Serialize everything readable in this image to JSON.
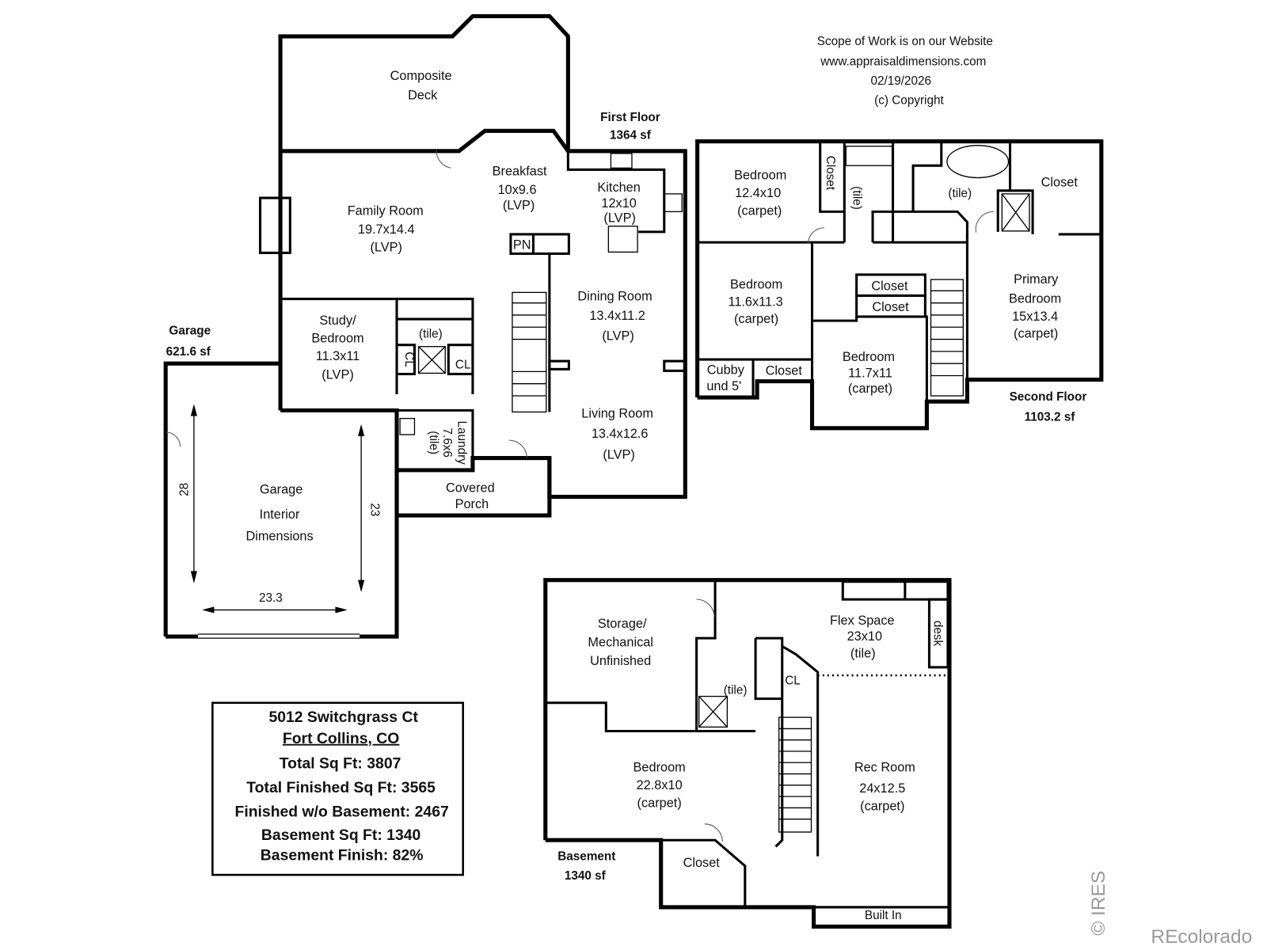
{
  "header": {
    "scope": "Scope of Work is on our Website",
    "website": "www.appraisaldimensions.com",
    "date": "02/19/2026",
    "copyright": "(c) Copyright"
  },
  "first_floor": {
    "title": "First Floor",
    "area": "1364 sf",
    "deck": [
      "Composite",
      "Deck"
    ],
    "breakfast": [
      "Breakfast",
      "10x9.6",
      "(LVP)"
    ],
    "kitchen": [
      "Kitchen",
      "12x10",
      "(LVP)"
    ],
    "family_room": [
      "Family Room",
      "19.7x14.4",
      "(LVP)"
    ],
    "pantry": "PN",
    "dining_room": [
      "Dining Room",
      "13.4x11.2",
      "(LVP)"
    ],
    "study": [
      "Study/",
      "Bedroom",
      "11.3x11",
      "(LVP)"
    ],
    "bath_floor": "(tile)",
    "closet_a": "CL",
    "closet_b": "CL",
    "laundry": [
      "Laundry",
      "7.6x6",
      "(tile)"
    ],
    "living_room": [
      "Living Room",
      "13.4x12.6",
      "(LVP)"
    ],
    "porch": [
      "Covered",
      "Porch"
    ]
  },
  "garage": {
    "title": "Garage",
    "area": "621.6 sf",
    "label": [
      "Garage",
      "Interior",
      "Dimensions"
    ],
    "dim_left": "28",
    "dim_right": "23",
    "dim_bottom": "23.3"
  },
  "second_floor": {
    "title": "Second Floor",
    "area": "1103.2 sf",
    "bedroom1": [
      "Bedroom",
      "12.4x10",
      "(carpet)"
    ],
    "closet1": "Closet",
    "bath1_floor": "(tile)",
    "primary_bath_floor": "(tile)",
    "primary_closet": "Closet",
    "bedroom2": [
      "Bedroom",
      "11.6x11.3",
      "(carpet)"
    ],
    "hall_closet1": "Closet",
    "hall_closet2": "Closet",
    "primary_bedroom": [
      "Primary",
      "Bedroom",
      "15x13.4",
      "(carpet)"
    ],
    "cubby": [
      "Cubby",
      "und 5'"
    ],
    "closet2": "Closet",
    "bedroom3": [
      "Bedroom",
      "11.7x11",
      "(carpet)"
    ]
  },
  "basement": {
    "title": "Basement",
    "area": "1340 sf",
    "storage": [
      "Storage/",
      "Mechanical",
      "Unfinished"
    ],
    "bath_floor": "(tile)",
    "closet_cl": "CL",
    "flex": [
      "Flex Space",
      "23x10",
      "(tile)"
    ],
    "desk": "desk",
    "bedroom": [
      "Bedroom",
      "22.8x10",
      "(carpet)"
    ],
    "rec_room": [
      "Rec Room",
      "24x12.5",
      "(carpet)"
    ],
    "closet": "Closet",
    "built_in": "Built In"
  },
  "info_box": {
    "address": "5012 Switchgrass Ct",
    "city": "Fort Collins, CO",
    "total": "Total Sq Ft: 3807",
    "total_finished": "Total Finished Sq Ft: 3565",
    "finished_wo_basement": "Finished w/o Basement: 2467",
    "basement_sqft": "Basement Sq Ft: 1340",
    "basement_finish": "Basement Finish: 82%"
  },
  "watermarks": {
    "ires": "© IRES",
    "recolorado": "REcolorado"
  }
}
